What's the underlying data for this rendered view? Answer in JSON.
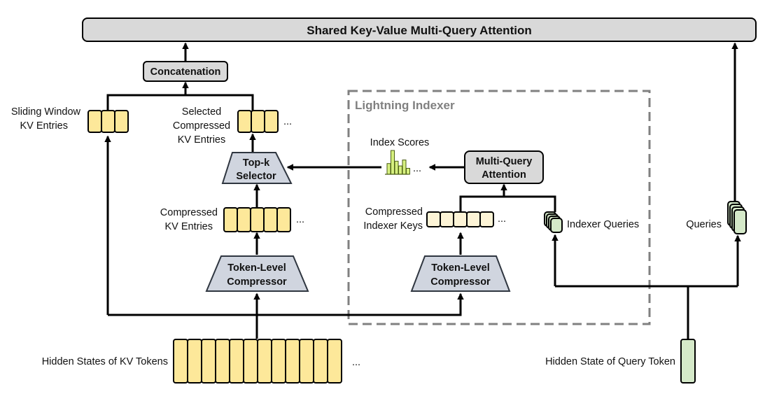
{
  "colors": {
    "kv_cell": "#fde89a",
    "indexer_key_cell": "#fdf4d6",
    "query_cell": "#d5e9c9",
    "score_bar": "#d6f07f",
    "box_fill": "#d9d9d9",
    "trapezoid_fill": "#d0d5df",
    "indexer_border": "#808080"
  },
  "blocks": {
    "attention_title": "Shared Key-Value Multi-Query Attention",
    "concatenation": "Concatenation",
    "lightning_indexer": "Lightning Indexer",
    "topk": [
      "Top-k",
      "Selector"
    ],
    "compressor_main": [
      "Token-Level",
      "Compressor"
    ],
    "compressor_indexer": [
      "Token-Level",
      "Compressor"
    ],
    "mqa": [
      "Multi-Query",
      "Attention"
    ]
  },
  "labels": {
    "sliding_window": [
      "Sliding Window",
      "KV Entries"
    ],
    "selected_compressed": [
      "Selected",
      "Compressed",
      "KV Entries"
    ],
    "compressed_kv": [
      "Compressed",
      "KV Entries"
    ],
    "index_scores": "Index Scores",
    "compressed_indexer_keys": [
      "Compressed",
      "Indexer Keys"
    ],
    "indexer_queries": "Indexer Queries",
    "queries": "Queries",
    "hidden_kv": "Hidden States of KV Tokens",
    "hidden_query": "Hidden State of Query Token",
    "ellipsis": "..."
  },
  "index_scores_levels": [
    0.45,
    1.0,
    0.55,
    0.35,
    0.6,
    0.25
  ]
}
